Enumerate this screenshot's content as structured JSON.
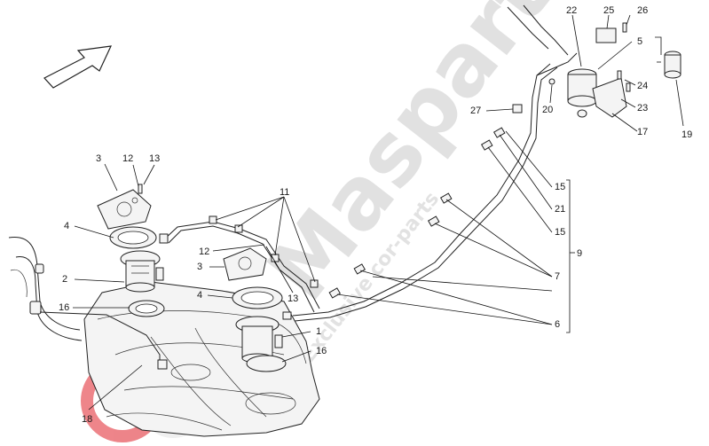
{
  "watermark": {
    "brand": "Masparts",
    "tagline": "Exclusive cor-parts",
    "logo_color": "#e0202a"
  },
  "callouts": {
    "c1": "1",
    "c2": "2",
    "c3a": "3",
    "c3b": "3",
    "c4a": "4",
    "c4b": "4",
    "c5": "5",
    "c6": "6",
    "c7": "7",
    "c9": "9",
    "c11": "11",
    "c12a": "12",
    "c12b": "12",
    "c13a": "13",
    "c13b": "13",
    "c15a": "15",
    "c15b": "15",
    "c16a": "16",
    "c16b": "16",
    "c17": "17",
    "c18": "18",
    "c19": "19",
    "c20": "20",
    "c21": "21",
    "c22": "22",
    "c23": "23",
    "c24": "24",
    "c25": "25",
    "c26": "26",
    "c27": "27"
  }
}
